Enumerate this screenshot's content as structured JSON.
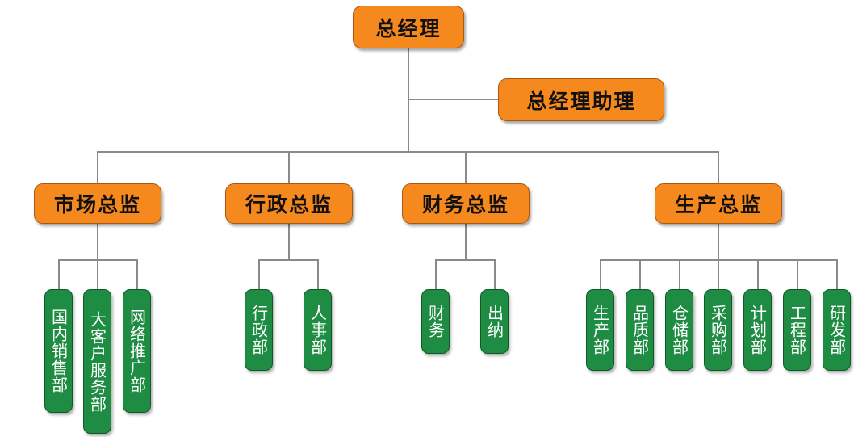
{
  "colors": {
    "manager_box": "#f5891e",
    "department_box": "#1e8c42",
    "connector": "#8a8a8a"
  },
  "root": {
    "label": "总经理"
  },
  "assistant": {
    "label": "总经理助理"
  },
  "directors": [
    {
      "label": "市场总监",
      "departments": [
        "国内销售部",
        "大客户服务部",
        "网络推广部"
      ]
    },
    {
      "label": "行政总监",
      "departments": [
        "行政部",
        "人事部"
      ]
    },
    {
      "label": "财务总监",
      "departments": [
        "财务",
        "出纳"
      ]
    },
    {
      "label": "生产总监",
      "departments": [
        "生产部",
        "品质部",
        "仓储部",
        "采购部",
        "计划部",
        "工程部",
        "研发部"
      ]
    }
  ]
}
